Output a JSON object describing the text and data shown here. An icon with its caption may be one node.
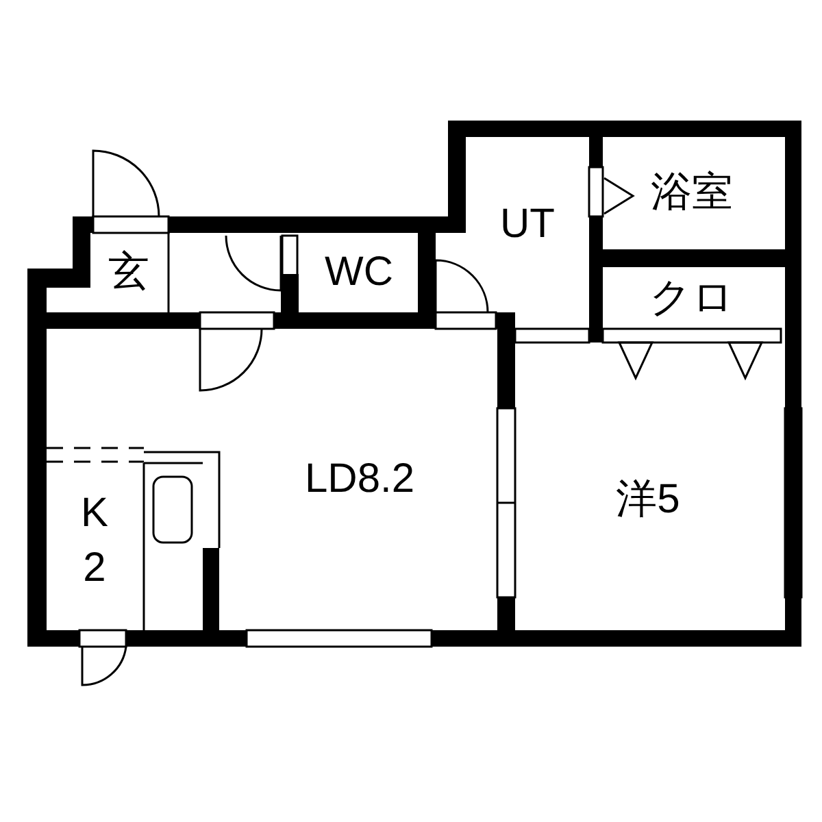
{
  "diagram": {
    "nodes": [
      {
        "text": [
          "玄"
        ]
      },
      {
        "text": [
          "WC"
        ]
      },
      {
        "text": [
          "UT"
        ]
      },
      {
        "text": [
          "浴室"
        ]
      },
      {
        "text": [
          "クロ"
        ]
      },
      {
        "text": [
          "LD8.2"
        ]
      },
      {
        "text": [
          "K 2"
        ]
      },
      {
        "text": [
          "洋5"
        ]
      }
    ]
  }
}
